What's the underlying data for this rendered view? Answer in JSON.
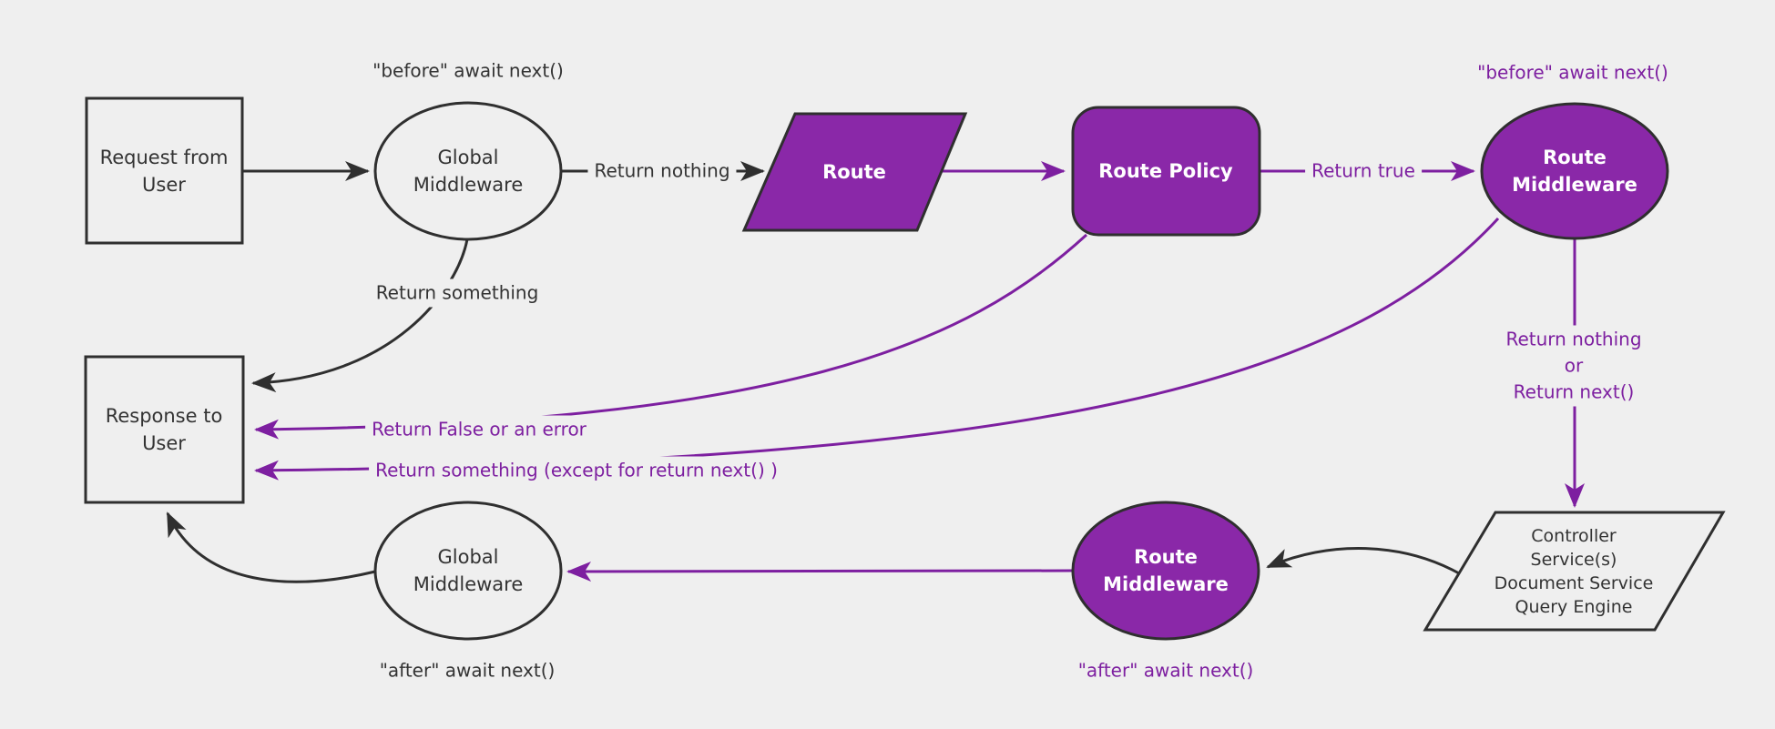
{
  "canvas": {
    "background": "#efefef"
  },
  "colors": {
    "purple_fill": "#8a28a8",
    "purple_line": "#7d1fa0",
    "dark_line": "#2f2f2f",
    "dark_text": "#333333",
    "white_text": "#ffffff"
  },
  "nodes": {
    "request": {
      "lines": [
        "Request from",
        "User"
      ]
    },
    "global_middleware_top": {
      "lines": [
        "Global",
        "Middleware"
      ]
    },
    "route": {
      "label": "Route"
    },
    "route_policy": {
      "label": "Route Policy"
    },
    "route_middleware_top": {
      "lines": [
        "Route",
        "Middleware"
      ]
    },
    "controller": {
      "lines": [
        "Controller",
        "Service(s)",
        "Document Service",
        "Query Engine"
      ]
    },
    "route_middleware_bottom": {
      "lines": [
        "Route",
        "Middleware"
      ]
    },
    "global_middleware_bottom": {
      "lines": [
        "Global",
        "Middleware"
      ]
    },
    "response": {
      "lines": [
        "Response to",
        "User"
      ]
    }
  },
  "edge_labels": {
    "before_await_top": "\"before\" await next()",
    "before_await_right": "\"before\" await next()",
    "return_nothing": "Return nothing",
    "return_true": "Return true",
    "return_nothing_or_next": {
      "lines": [
        "Return nothing",
        "or",
        "Return next()"
      ]
    },
    "return_something": "Return something",
    "return_false_or_error": "Return False or an error",
    "return_something_except": "Return something (except for return next() )",
    "after_await_right": "\"after\" await next()",
    "after_await_left": "\"after\" await next()"
  }
}
